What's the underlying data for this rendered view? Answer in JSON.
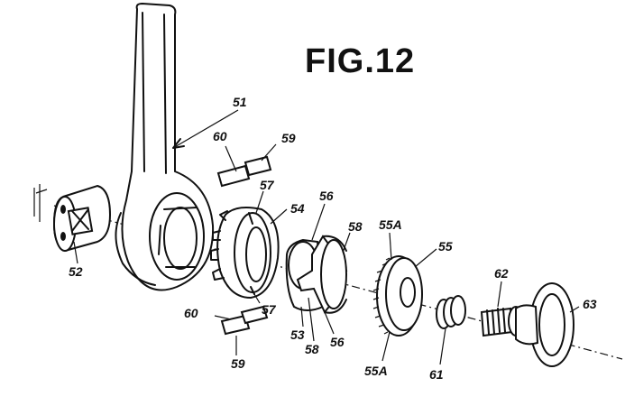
{
  "figure": {
    "title": "FIG.12",
    "labels": [
      {
        "id": "lbl-51",
        "text": "51"
      },
      {
        "id": "lbl-52",
        "text": "52"
      },
      {
        "id": "lbl-53",
        "text": "53"
      },
      {
        "id": "lbl-54",
        "text": "54"
      },
      {
        "id": "lbl-55",
        "text": "55"
      },
      {
        "id": "lbl-55a-top",
        "text": "55A"
      },
      {
        "id": "lbl-55a-bottom",
        "text": "55A"
      },
      {
        "id": "lbl-56-top",
        "text": "56"
      },
      {
        "id": "lbl-56-bottom",
        "text": "56"
      },
      {
        "id": "lbl-57-top",
        "text": "57"
      },
      {
        "id": "lbl-57-bottom",
        "text": "57"
      },
      {
        "id": "lbl-58-top",
        "text": "58"
      },
      {
        "id": "lbl-58-bottom",
        "text": "58"
      },
      {
        "id": "lbl-59-top",
        "text": "59"
      },
      {
        "id": "lbl-59-bottom",
        "text": "59"
      },
      {
        "id": "lbl-60-top",
        "text": "60"
      },
      {
        "id": "lbl-60-bottom",
        "text": "60"
      },
      {
        "id": "lbl-61",
        "text": "61"
      },
      {
        "id": "lbl-62",
        "text": "62"
      },
      {
        "id": "lbl-63",
        "text": "63"
      }
    ]
  }
}
